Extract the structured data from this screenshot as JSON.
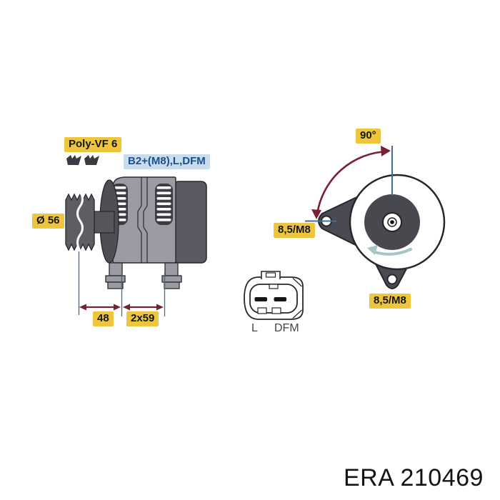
{
  "drawing": {
    "title_context": "alternator technical drawing",
    "labels": {
      "belt_type": "Poly-VF 6",
      "terminals": "B2+(M8),L,DFM",
      "pulley_diameter": "Ø 56",
      "dim_offset": "48",
      "dim_spacing": "2x59",
      "angle": "90°",
      "hole_left": "8,5/M8",
      "hole_bottom": "8,5/M8",
      "pin_left": "L",
      "pin_right": "DFM"
    },
    "part_number": "ERA 210469",
    "colors": {
      "label_yellow": "#edc63e",
      "label_blue_bg": "#c9dcec",
      "label_blue_text": "#1b4f8e",
      "dimension_red": "#6b2533",
      "arc_red": "#7a2034",
      "guide_blue": "#3f6f96",
      "rotation_teal": "#a9c4c4",
      "body_grey": "#9b9ba3",
      "dark_grey": "#5a5a62",
      "boss_grey": "#4e4e55",
      "bracket_grey": "#4a4a52",
      "vent_dark": "#3c3c42",
      "outline": "#2a2a30",
      "extension_line": "#56656f"
    }
  }
}
